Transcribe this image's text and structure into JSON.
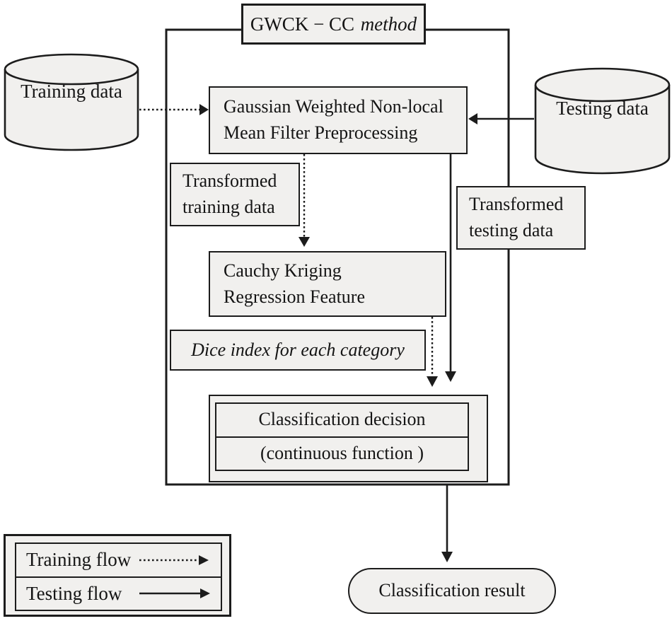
{
  "title": {
    "main": "GWCK − CC",
    "suffix": "method"
  },
  "nodes": {
    "training_data": "Training data",
    "testing_data": "Testing data",
    "preprocessing": "Gaussian Weighted Non-local\nMean Filter Preprocessing",
    "transformed_training": "Transformed\ntraining data",
    "transformed_testing": "Transformed\ntesting data",
    "cauchy_kriging": "Cauchy Kriging\nRegression Feature",
    "dice_index": "Dice index for each category",
    "decision_title": "Classification decision",
    "decision_subtitle": "(continuous function )",
    "result": "Classification result"
  },
  "legend": {
    "training_label": "Training flow",
    "testing_label": "Testing flow"
  },
  "colors": {
    "node_fill": "#f1f0ee",
    "line": "#1c1c1c",
    "text": "#141414",
    "background": "#ffffff"
  }
}
